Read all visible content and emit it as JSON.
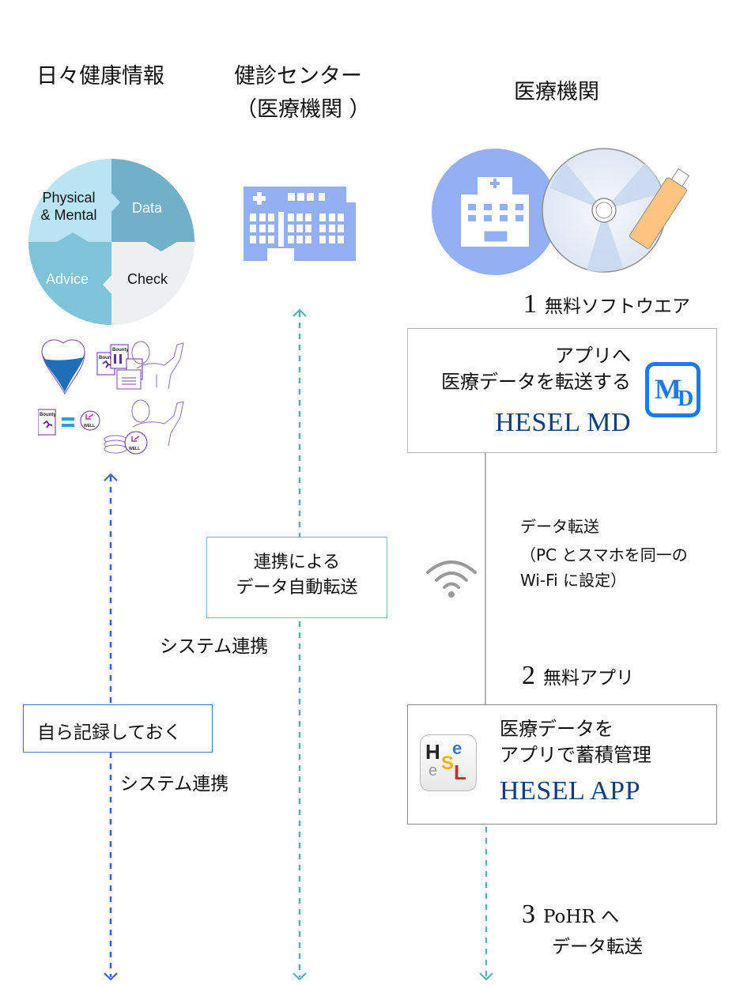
{
  "columns": {
    "daily": {
      "title": "日々健康情報"
    },
    "checkup": {
      "title_line1": "健診センター",
      "title_line2": "（医療機関 ）"
    },
    "medical": {
      "title": "医療機関"
    }
  },
  "cycle": {
    "segments": [
      {
        "label_line1": "Physical",
        "label_line2": "& Mental",
        "color": "#b8e4f3"
      },
      {
        "label": "Data",
        "color": "#72b0c9"
      },
      {
        "label": "Check",
        "color": "#eeeff1"
      },
      {
        "label": "Advice",
        "color": "#7fc3d9"
      }
    ]
  },
  "illustration": {
    "bounty_label": "Bounty",
    "well_label": "WELL",
    "accent": "#6a2e9a"
  },
  "steps": {
    "step1": {
      "number": "1",
      "label": "無料ソフトウエア"
    },
    "step2": {
      "number": "2",
      "label": "無料アプリ"
    },
    "step3": {
      "number": "3",
      "label_line1": "PoHR へ",
      "label_line2": "データ転送"
    }
  },
  "md_box": {
    "line1": "アプリへ",
    "line2": "医療データを転送する",
    "brand": "HESEL MD",
    "icon_text_m": "M",
    "icon_text_d": "D"
  },
  "app_box": {
    "line1": "医療データを",
    "line2": "アプリで蓄積管理",
    "brand": "HESEL APP",
    "icon_letters": [
      "H",
      "e",
      "S",
      "e",
      "L"
    ]
  },
  "transfer_note": {
    "line1": "データ転送",
    "line2": "（PC とスマホを同一の",
    "line3": "Wi-Fi に設定）"
  },
  "auto_transfer_box": {
    "line1": "連携による",
    "line2": "データ自動転送"
  },
  "self_record_box": {
    "label": "自ら記録しておく"
  },
  "system_link_1": "システム連携",
  "system_link_2": "システム連携",
  "colors": {
    "blue_dashed": "#3b5bdb",
    "teal_dashed": "#4fb3b5",
    "gray_line": "#b5b5b5",
    "hospital_blue": "#94b0f5",
    "brand_navy": "#0f3d7c",
    "md_icon_blue": "#1e78f0",
    "usb_orange": "#fdc47f"
  }
}
